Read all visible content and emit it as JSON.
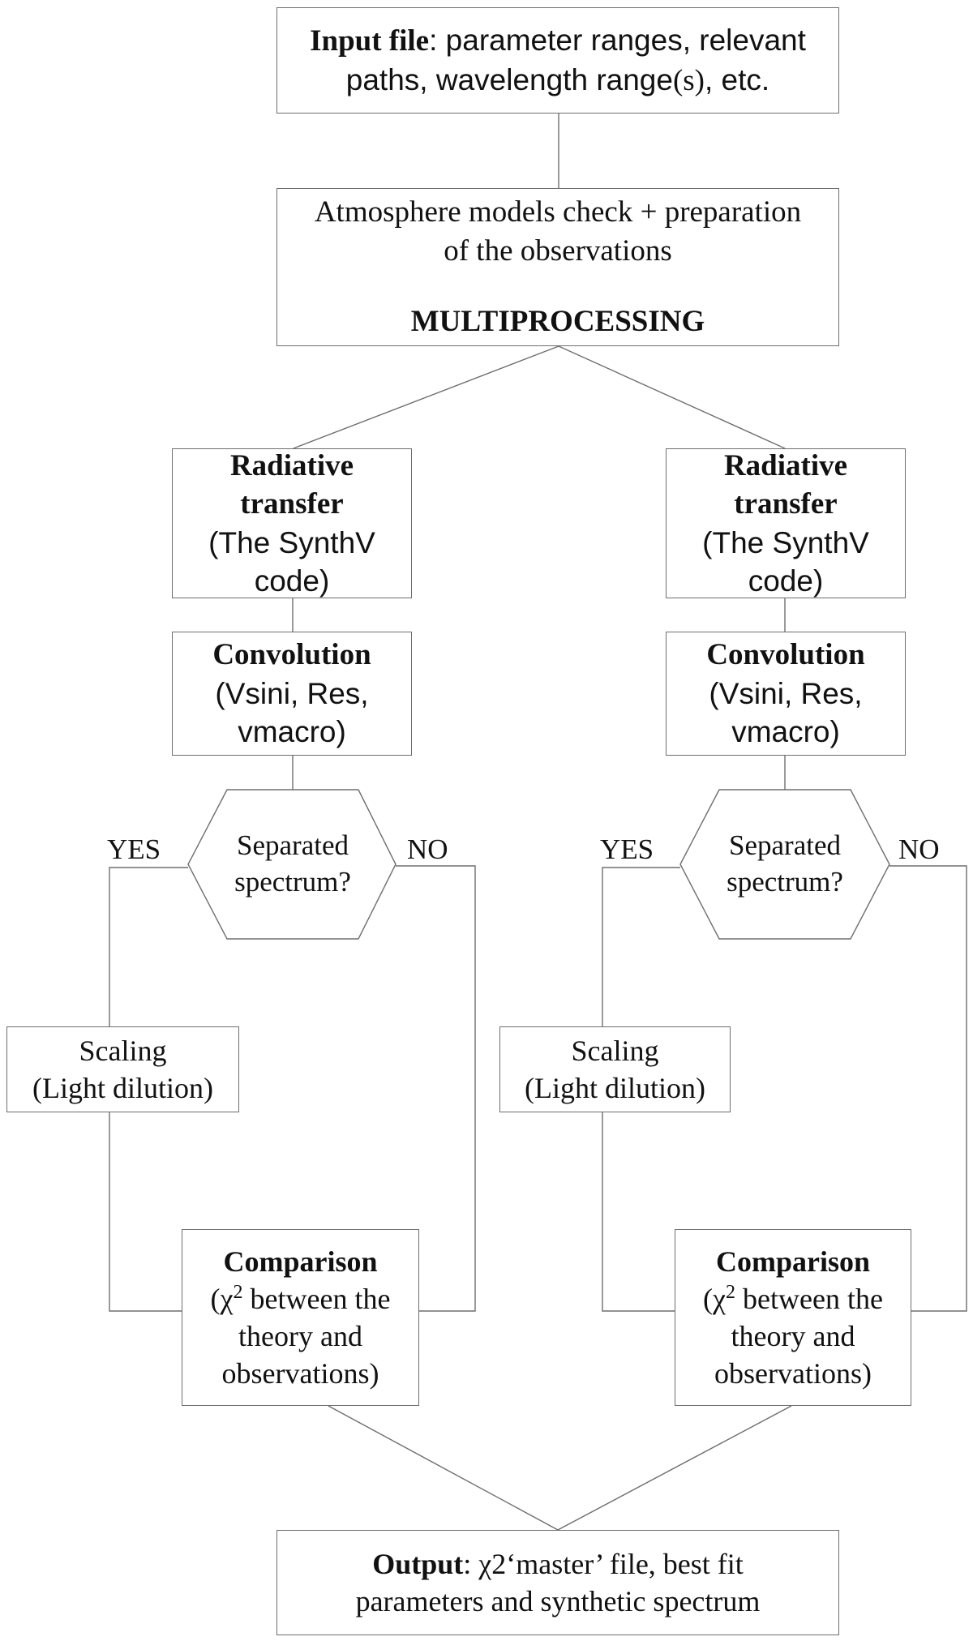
{
  "input": {
    "bold": "Input file",
    "rest_line1": ": parameter ranges, relevant",
    "line2_pre": "paths, wavelength range",
    "line2_s": "(s)",
    "line2_post": ", etc."
  },
  "prep": {
    "line1": "Atmosphere models check + preparation",
    "line2": "of the observations",
    "multiprocessing": "MULTIPROCESSING"
  },
  "branches": [
    {
      "radiative": {
        "line1": "Radiative",
        "line2": "transfer",
        "line3": "(The SynthV",
        "line4": "code)"
      },
      "convolution": {
        "title": "Convolution",
        "line2": "(Vsini, Res,",
        "line3": "vmacro)"
      },
      "decision": {
        "line1": "Separated",
        "line2": "spectrum?",
        "yes": "YES",
        "no": "NO"
      },
      "scaling": {
        "line1": "Scaling",
        "line2": "(Light dilution)"
      },
      "comparison": {
        "title": "Comparison",
        "chi": "(χ",
        "sup": "2",
        "line2_rest": " between the",
        "line3": "theory and",
        "line4": "observations)"
      }
    },
    {
      "radiative": {
        "line1": "Radiative",
        "line2": "transfer",
        "line3": "(The SynthV",
        "line4": "code)"
      },
      "convolution": {
        "title": "Convolution",
        "line2": "(Vsini, Res,",
        "line3": "vmacro)"
      },
      "decision": {
        "line1": "Separated",
        "line2": "spectrum?",
        "yes": "YES",
        "no": "NO"
      },
      "scaling": {
        "line1": "Scaling",
        "line2": "(Light dilution)"
      },
      "comparison": {
        "title": "Comparison",
        "chi": "(χ",
        "sup": "2",
        "line2_rest": " between the",
        "line3": "theory and",
        "line4": "observations)"
      }
    }
  ],
  "output": {
    "bold": "Output",
    "line1_rest": ": χ2‘master’ file, best fit",
    "line2": "parameters and synthetic spectrum"
  }
}
